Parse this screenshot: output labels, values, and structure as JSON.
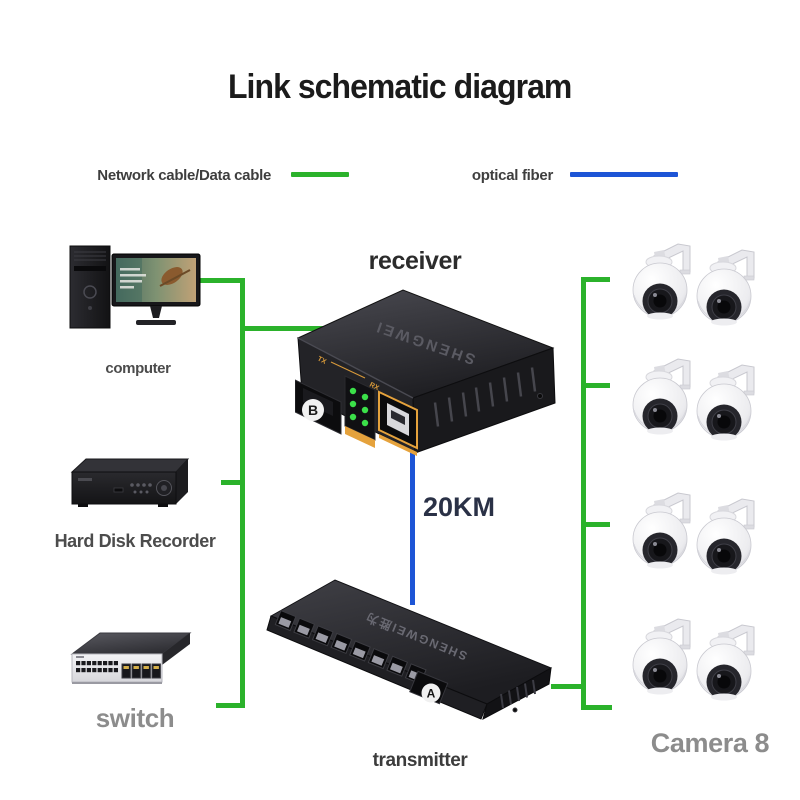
{
  "title": "Link schematic diagram",
  "legend": {
    "items": [
      {
        "label": "Network cable/Data cable",
        "type": "network-cable"
      },
      {
        "label": "optical fiber",
        "type": "optical-fiber"
      }
    ]
  },
  "colors": {
    "network_cable": "#2bb22b",
    "optical_fiber": "#1d55d6"
  },
  "link": {
    "distance": "20KM"
  },
  "devices": {
    "computer": {
      "label": "computer"
    },
    "hard_disk_recorder": {
      "label": "Hard Disk Recorder"
    },
    "switch": {
      "label": "switch"
    },
    "receiver": {
      "label": "receiver",
      "brand": "SHENGWEI",
      "fiber_port_badge": "B",
      "tx_label": "TX",
      "rx_label": "RX"
    },
    "transmitter": {
      "label": "transmitter",
      "brand": "SHENGWEI胜为",
      "fiber_port_badge": "A"
    },
    "cameras": {
      "label": "Camera 8",
      "count": 8,
      "rows": 4,
      "per_row": 2
    }
  }
}
